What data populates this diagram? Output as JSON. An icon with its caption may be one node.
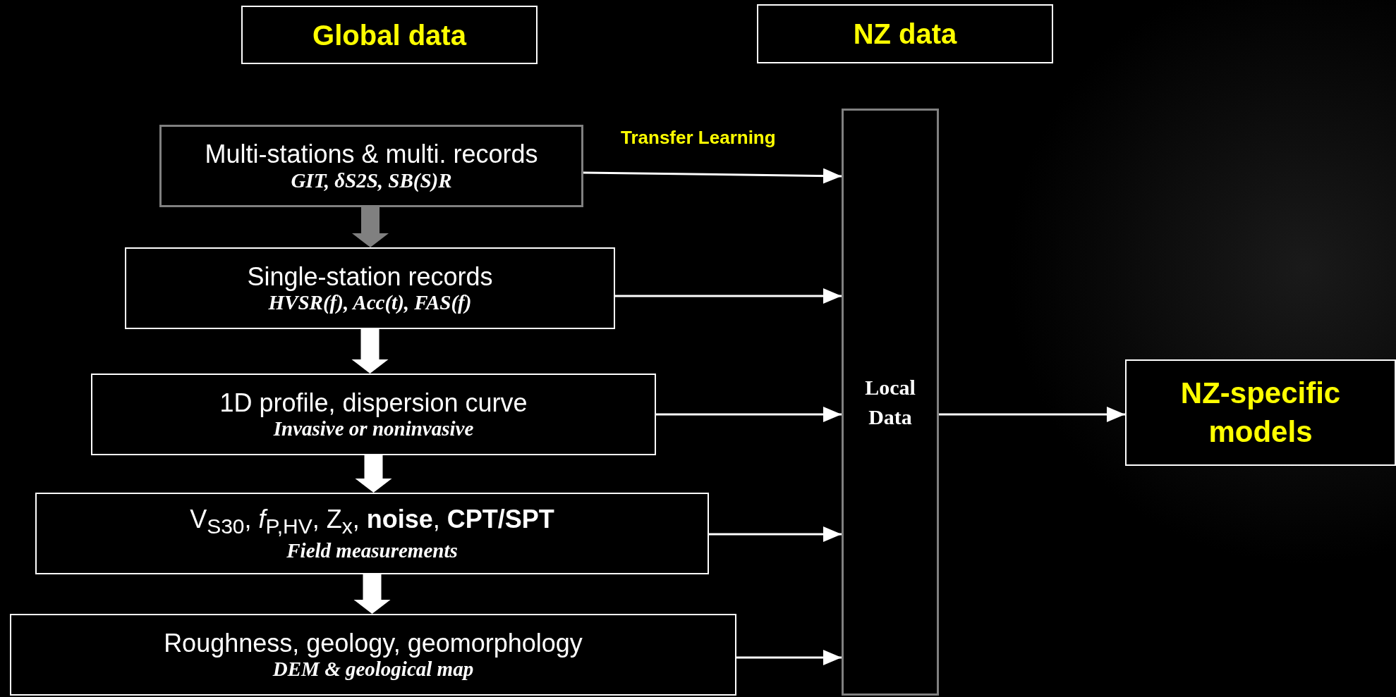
{
  "diagram": {
    "nodes": [
      {
        "text": [
          "Global data"
        ]
      },
      {
        "text": [
          "NZ data"
        ]
      },
      {
        "text": [
          "Multi-stations & multi. records",
          "GIT, δS2S, SB(S)R"
        ]
      },
      {
        "text": [
          "Single-station records",
          "HVSR(f), Acc(t), FAS(f)"
        ]
      },
      {
        "text": [
          "1D profile, dispersion curve",
          "Invasive or noninvasive"
        ]
      },
      {
        "text": [
          "V$_{S30}$, *f*$_{P,HV}$, Z$_{x}$, **noise**, **CPT/SPT**",
          "Field measurements"
        ]
      },
      {
        "text": [
          "Roughness, geology, geomorphology",
          "DEM & geological map"
        ]
      },
      {
        "text": [
          "Local Data"
        ]
      },
      {
        "text": [
          "NZ-specific models"
        ]
      }
    ],
    "edges": [
      {
        "from": 2,
        "to": 7,
        "arrow": "to",
        "label": "Transfer Learning"
      },
      {
        "from": 3,
        "to": 7,
        "arrow": "to"
      },
      {
        "from": 4,
        "to": 7,
        "arrow": "to"
      },
      {
        "from": 5,
        "to": 7,
        "arrow": "to"
      },
      {
        "from": 6,
        "to": 7,
        "arrow": "to"
      },
      {
        "from": 7,
        "to": 8,
        "arrow": "to"
      },
      {
        "from": 2,
        "to": 3,
        "arrow": "to",
        "style": "thick",
        "color": "#808080"
      },
      {
        "from": 3,
        "to": 4,
        "arrow": "to",
        "style": "thick"
      },
      {
        "from": 4,
        "to": 5,
        "arrow": "to",
        "style": "thick"
      },
      {
        "from": 5,
        "to": 6,
        "arrow": "to",
        "style": "thick"
      }
    ]
  }
}
